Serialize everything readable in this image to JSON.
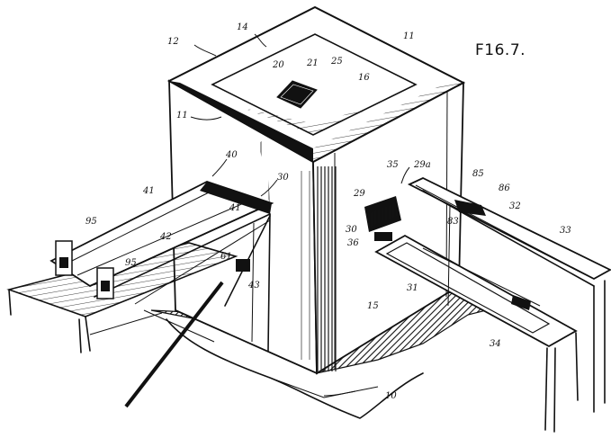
{
  "figure_label": "F16.7.",
  "part_labels": {
    "l14": "14",
    "l11a": "11",
    "l12": "12",
    "l20": "20",
    "l21": "21",
    "l25": "25",
    "l16": "16",
    "l11b": "11",
    "l40": "40",
    "l41a": "41",
    "l30": "30",
    "l41b": "41",
    "l42": "42",
    "l95a": "95",
    "l95b": "95",
    "l61": "61",
    "l43": "43",
    "l35": "35",
    "l29a": "29a",
    "l29": "29",
    "l85": "85",
    "l86": "86",
    "l32": "32",
    "l83": "83",
    "l33": "33",
    "l30b": "30",
    "l36": "36",
    "l31": "31",
    "l15": "15",
    "l34": "34",
    "l10": "10"
  }
}
